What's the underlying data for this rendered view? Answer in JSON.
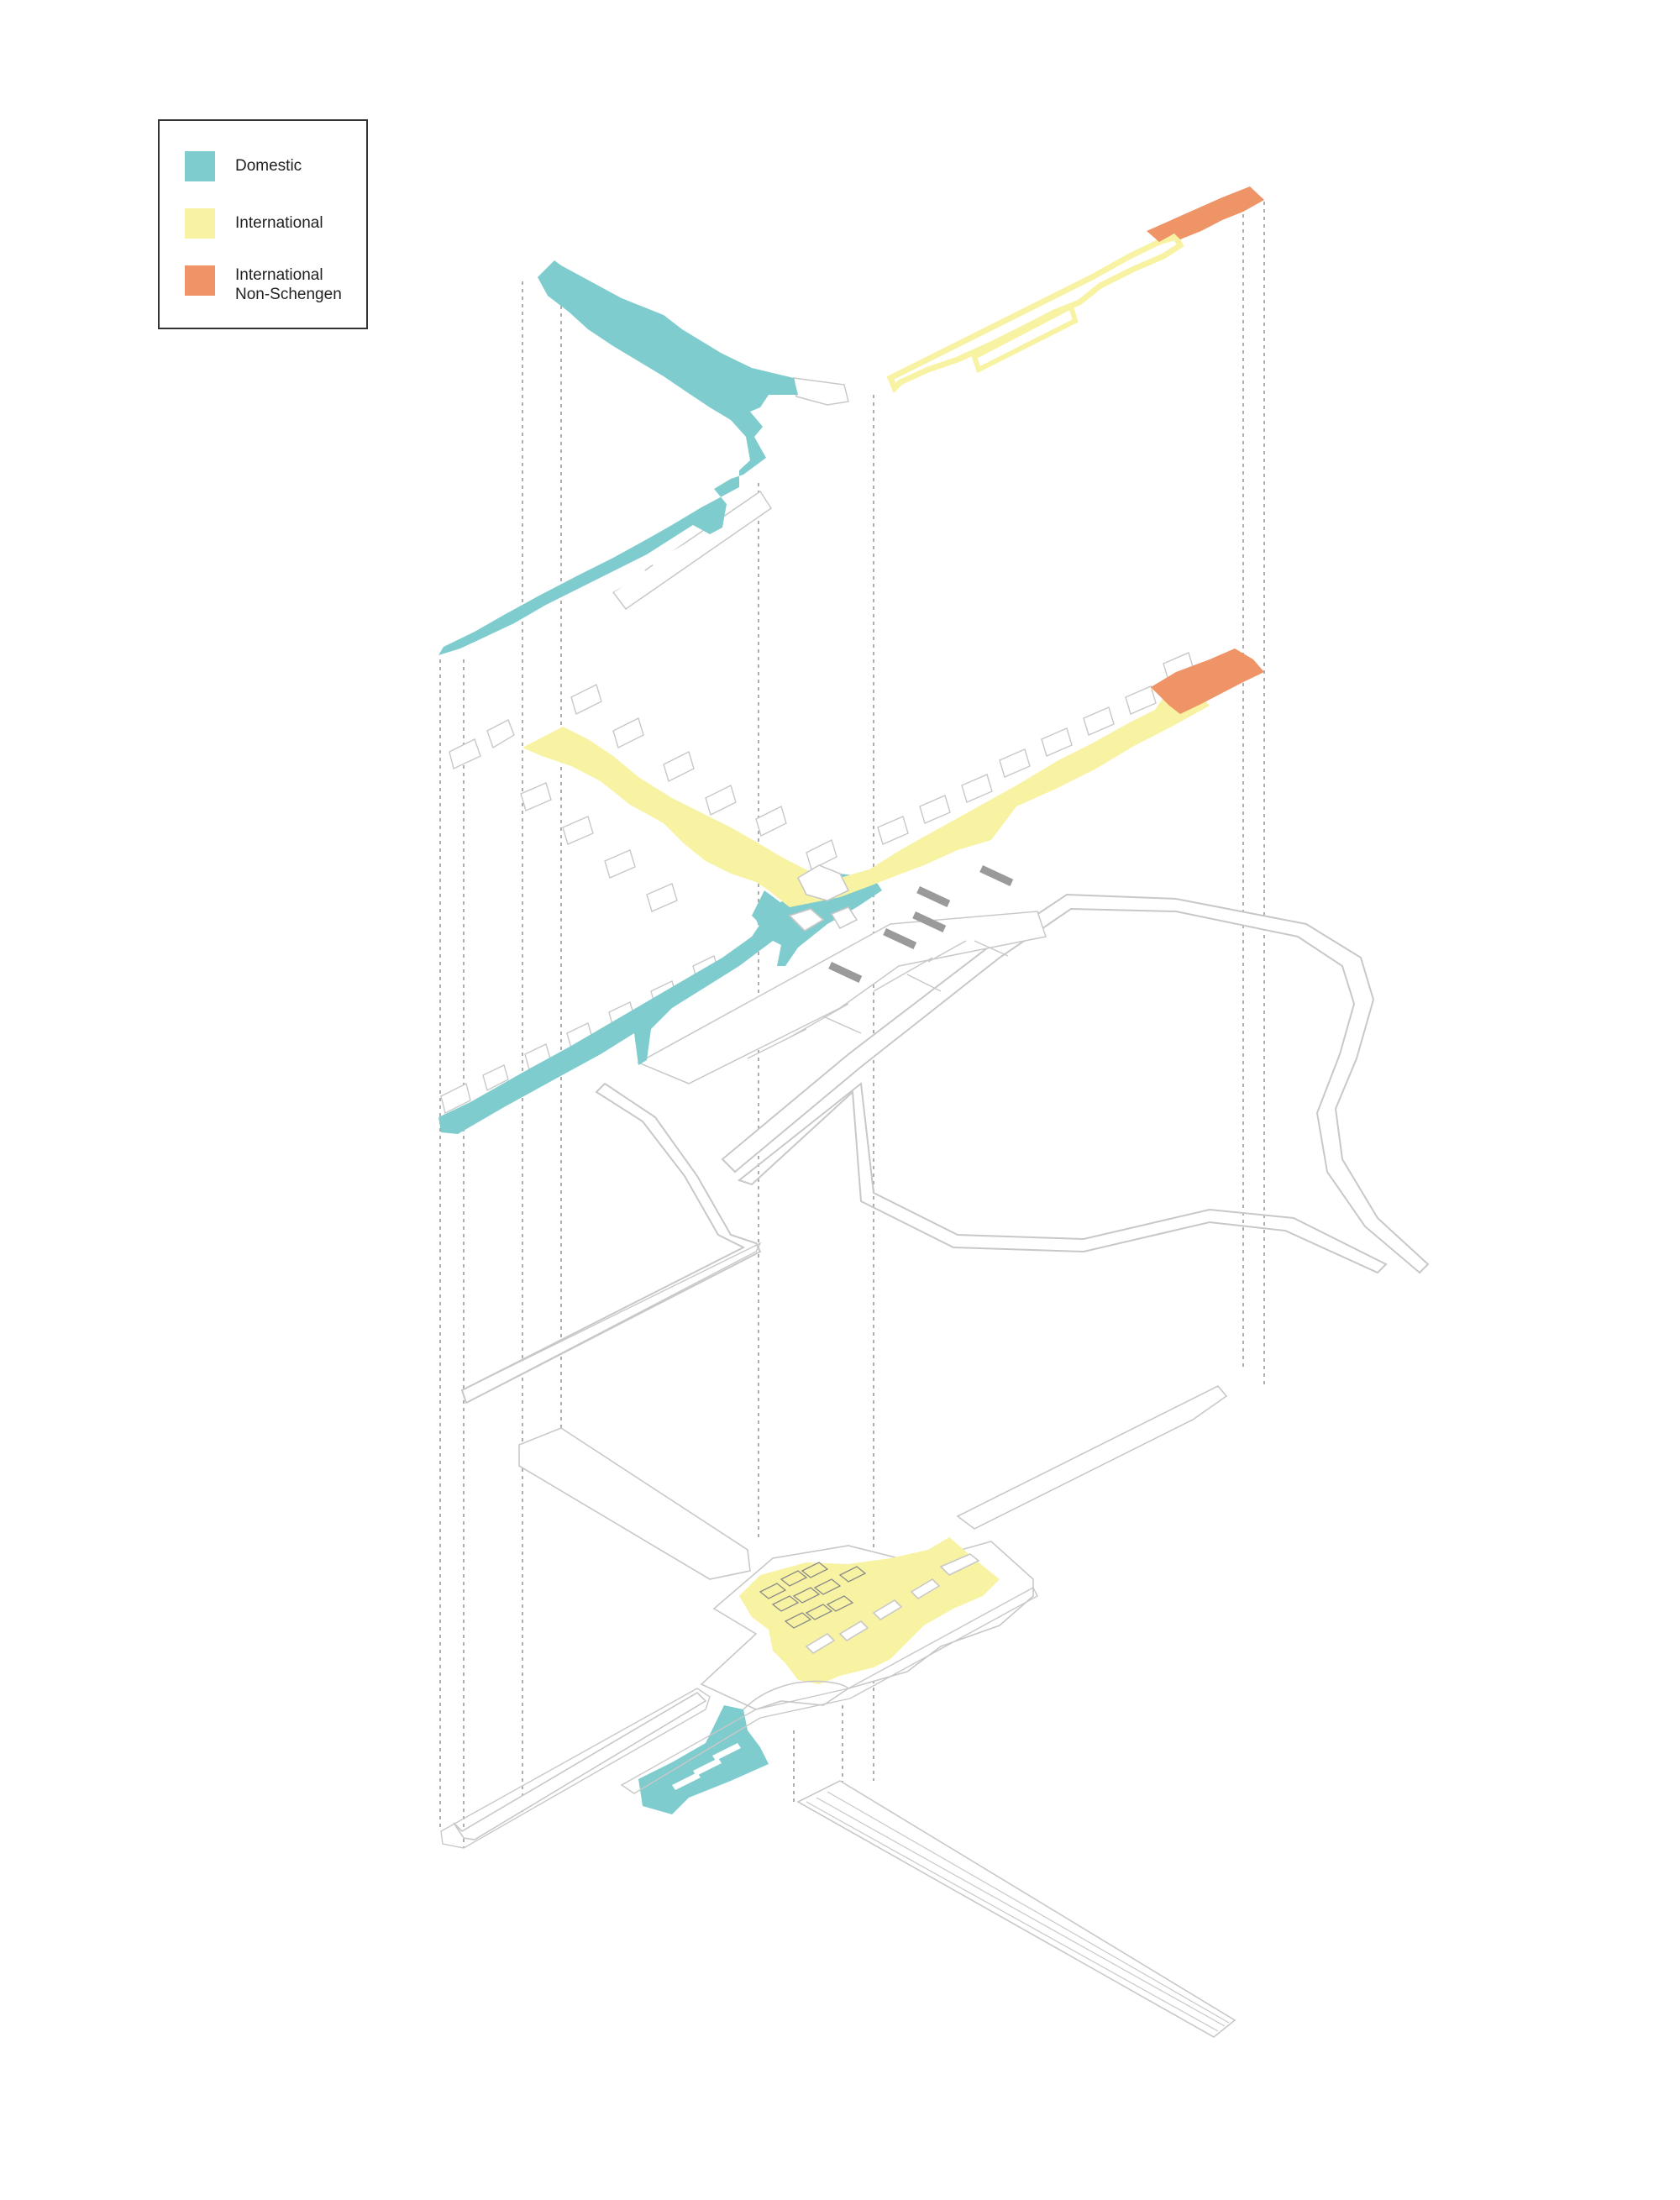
{
  "legend": {
    "items": [
      {
        "key": "domestic",
        "label": "Domestic",
        "color": "#7FCCCE"
      },
      {
        "key": "international",
        "label": "International",
        "color": "#F8F3A2"
      },
      {
        "key": "non_schengen",
        "label": "International\nNon-Schengen",
        "color": "#EE9466"
      }
    ]
  },
  "colors": {
    "domestic": "#7FCCCE",
    "international": "#F8F3A2",
    "non_schengen": "#EE9466",
    "outline": "#c8c8c8",
    "guide": "#9a9a9a"
  }
}
